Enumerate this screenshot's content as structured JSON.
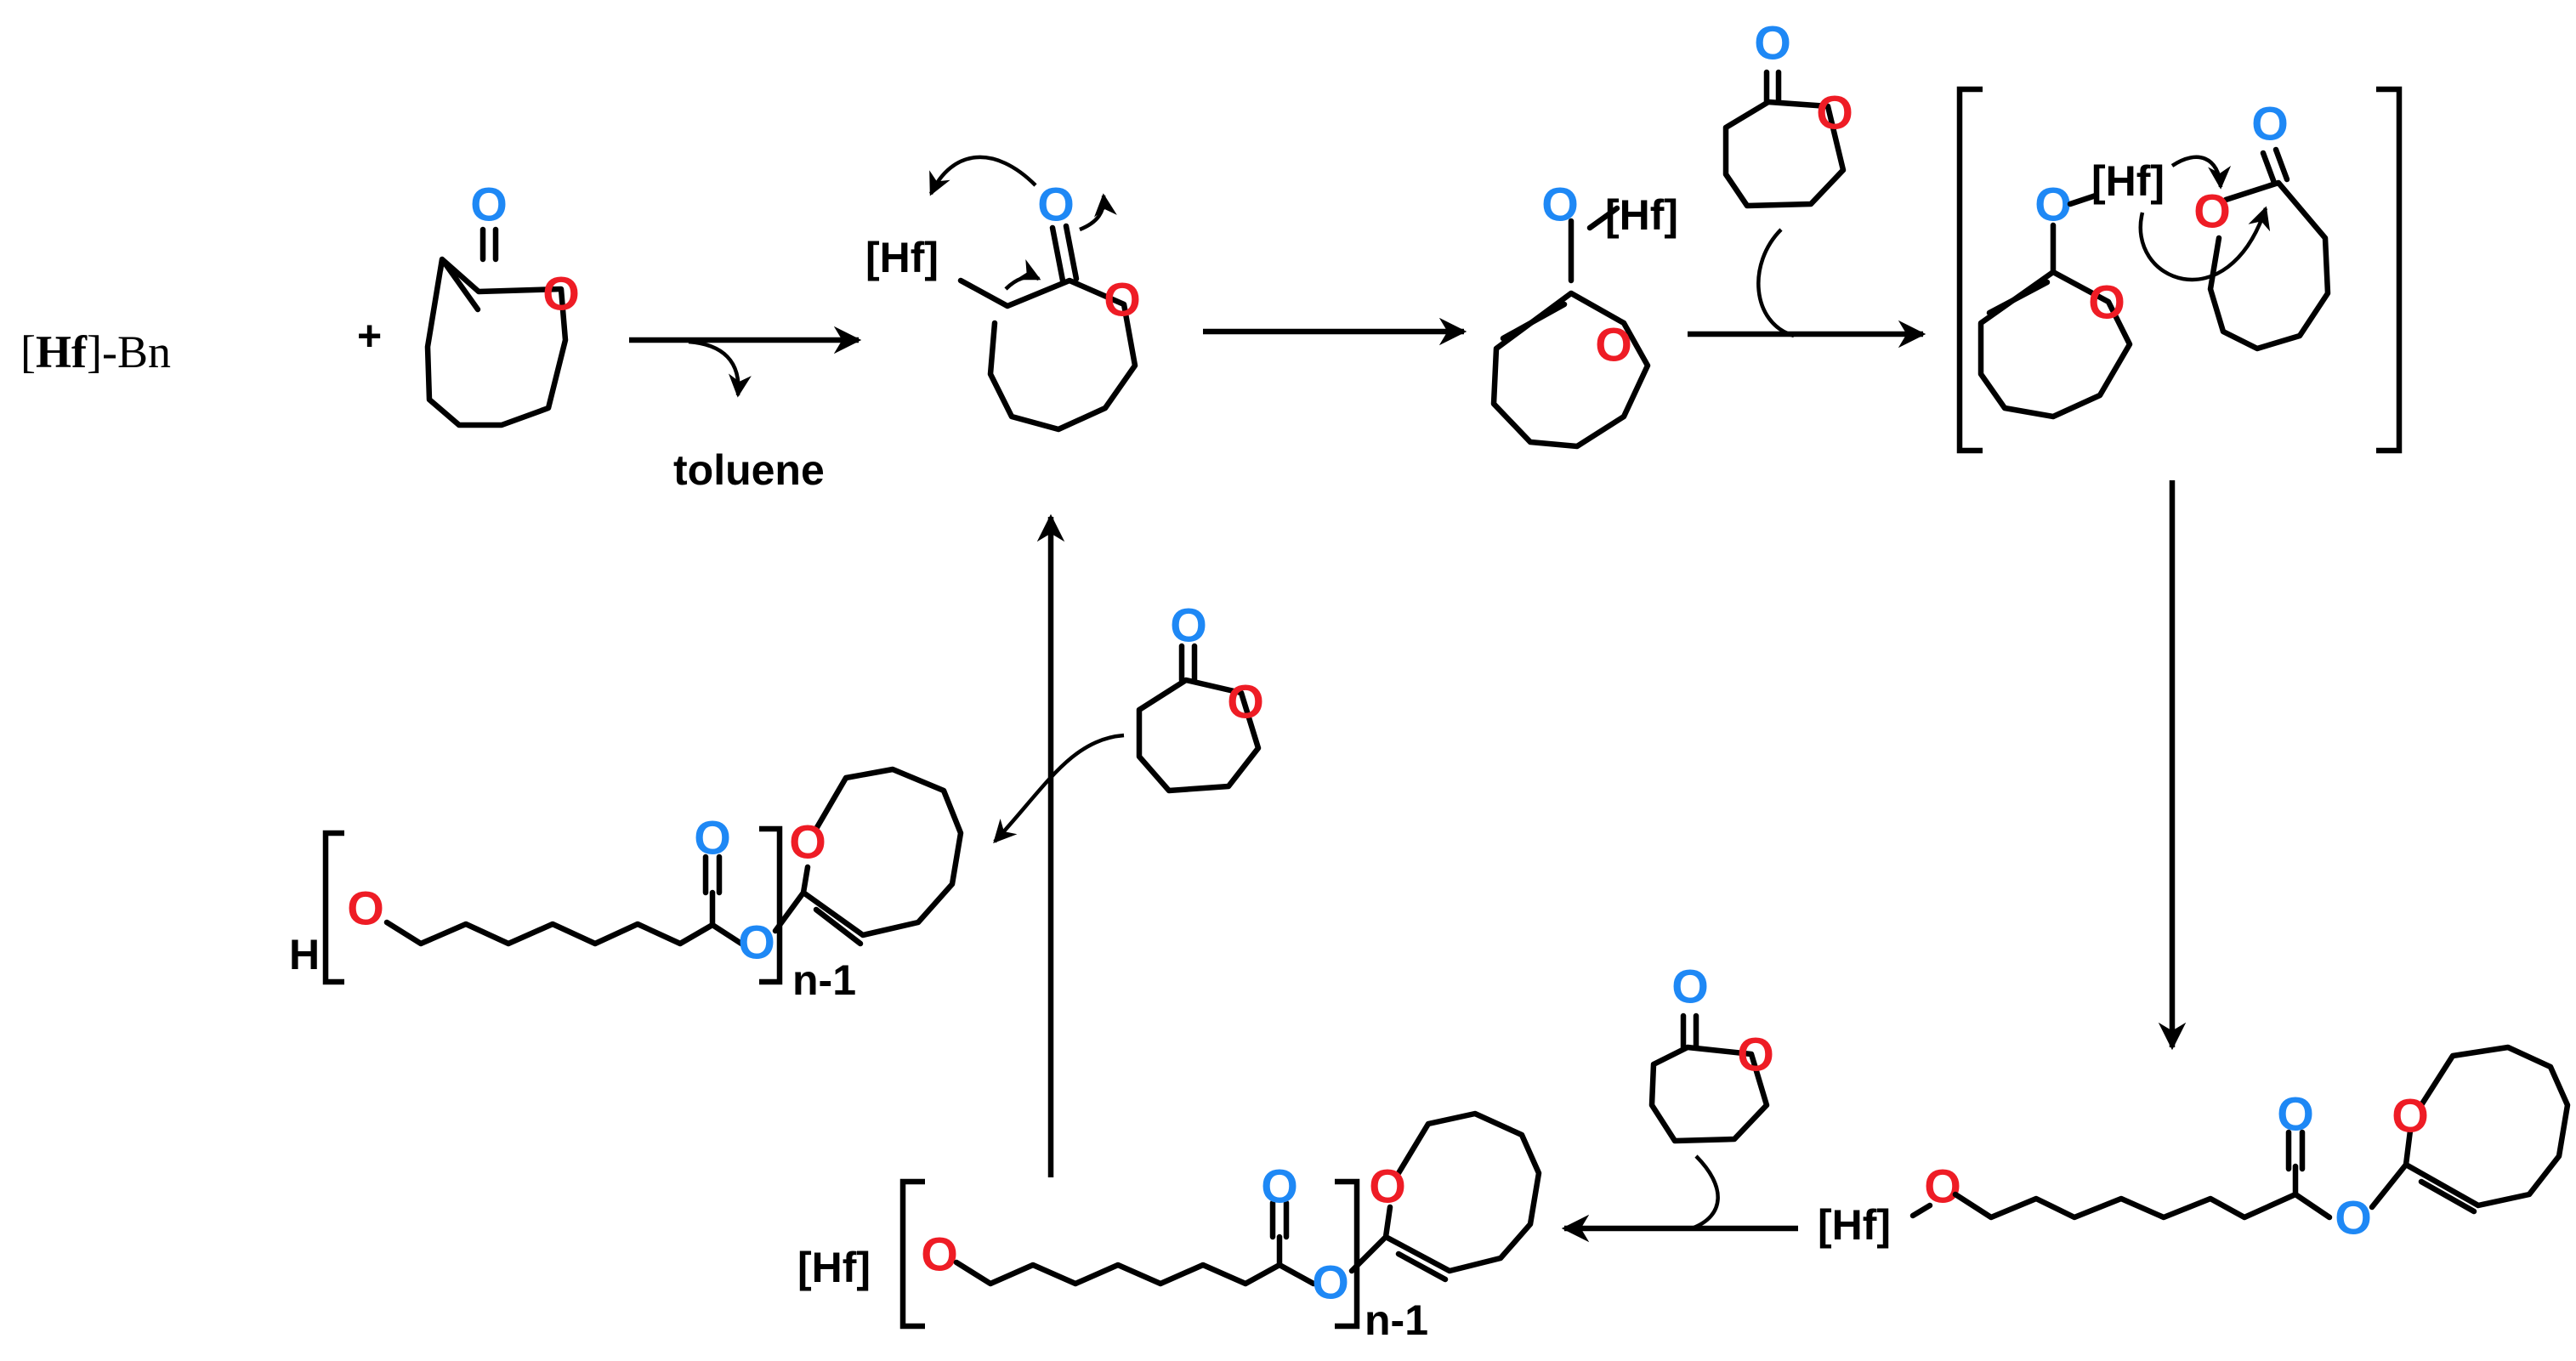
{
  "colors": {
    "carbonyl_oxygen": "#1e88f5",
    "ring_oxygen": "#ee1c25",
    "bond": "#000000",
    "background": "#ffffff"
  },
  "atoms": {
    "oxygen": "O",
    "hafnium": "[Hf]",
    "hydrogen": "H"
  },
  "labels": {
    "initiator_prefix": "[",
    "initiator_metal": "Hf",
    "initiator_suffix": "]-Bn",
    "plus": "+",
    "byproduct": "toluene",
    "repeat_index_upper": "n-1",
    "repeat_index_lower": "n-1"
  }
}
